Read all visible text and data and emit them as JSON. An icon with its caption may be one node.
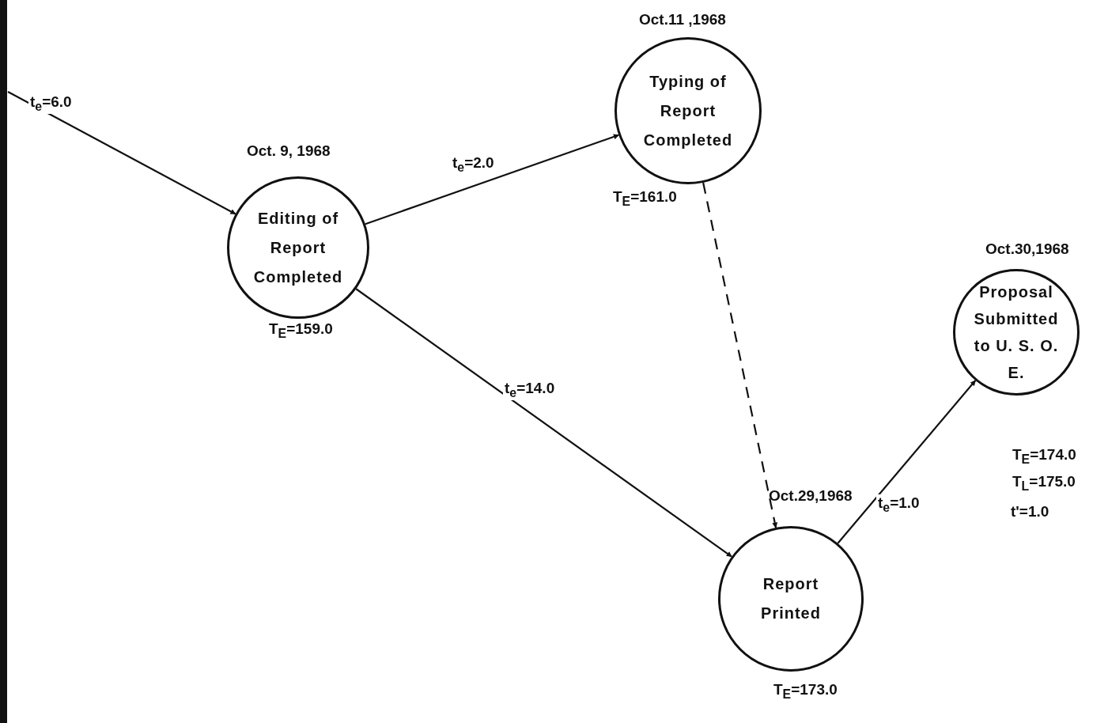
{
  "diagram": {
    "nodes": [
      {
        "text": [
          "Editing of Report Completed"
        ],
        "beside": [
          "Oct. 9, 1968",
          "T$_{E}$=159.0"
        ]
      },
      {
        "text": [
          "Typing of Report Completed"
        ],
        "beside": [
          "Oct.11 ,1968",
          "T$_{E}$=161.0"
        ]
      },
      {
        "text": [
          "Report Printed"
        ],
        "beside": [
          "Oct.29,1968",
          "T$_{E}$=173.0"
        ]
      },
      {
        "text": [
          "Proposal Submitted to U. S. O. E."
        ],
        "beside": [
          "Oct.30,1968",
          "T$_{E}$=174.0",
          "T$_{L}$=175.0",
          "t'=1.0"
        ]
      }
    ],
    "edges": [
      {
        "from": null,
        "to": 0,
        "arrow": "to",
        "label": "t$_{e}$=6.0"
      },
      {
        "from": 0,
        "to": 1,
        "arrow": "to",
        "label": "t$_{e}$=2.0"
      },
      {
        "from": 1,
        "to": 2,
        "arrow": "to",
        "style": "dashed"
      },
      {
        "from": 0,
        "to": 2,
        "arrow": "to",
        "label": "t$_{e}$=14.0"
      },
      {
        "from": 2,
        "to": 3,
        "arrow": "to",
        "label": "t$_{e}$=1.0"
      }
    ]
  }
}
